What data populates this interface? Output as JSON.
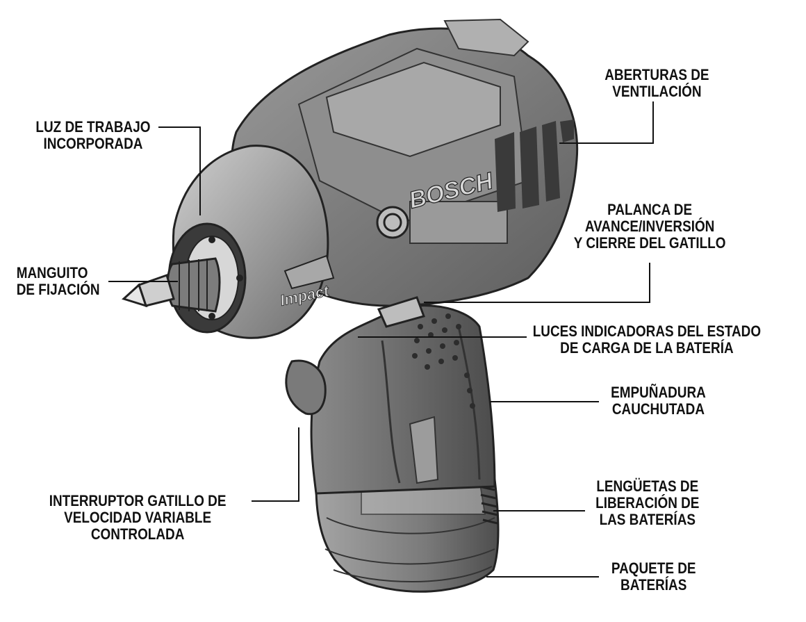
{
  "labels": {
    "aberturas": [
      "ABERTURAS DE",
      "VENTILACIÓN"
    ],
    "luz": [
      "LUZ DE TRABAJO",
      "INCORPORADA"
    ],
    "palanca": [
      "PALANCA DE",
      "AVANCE/INVERSIÓN",
      "Y  CIERRE DEL GATILLO"
    ],
    "manguito": [
      "MANGUITO",
      "DE FIJACIÓN"
    ],
    "luces": [
      "LUCES INDICADORAS DEL ESTADO",
      "DE CARGA DE LA BATERÍA"
    ],
    "empunadura": [
      "EMPUÑADURA",
      "CAUCHUTADA"
    ],
    "interruptor": [
      "INTERRUPTOR GATILLO DE",
      "VELOCIDAD VARIABLE",
      "CONTROLADA"
    ],
    "lenguetas": [
      "LENGÜETAS DE",
      "LIBERACIÓN DE",
      "LAS BATERÍAS"
    ],
    "paquete": [
      "PAQUETE DE",
      "BATERÍAS"
    ]
  },
  "tool": {
    "brand": "BOSCH",
    "model": "Impact"
  }
}
